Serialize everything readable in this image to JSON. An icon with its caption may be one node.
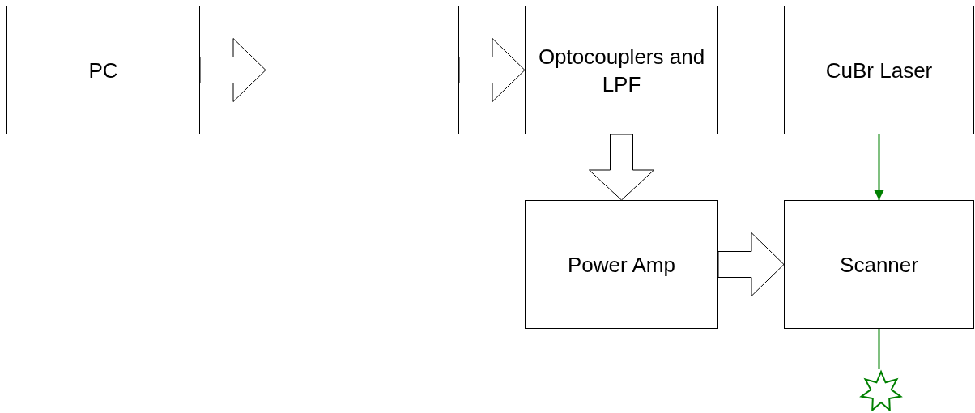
{
  "diagram": {
    "nodes": [
      {
        "text": [
          "PC"
        ]
      },
      {
        "text": [],
        "shape": "box"
      },
      {
        "text": [
          "Optocouplers and LPF"
        ]
      },
      {
        "text": [
          "CuBr Laser"
        ]
      },
      {
        "text": [
          "Power Amp"
        ]
      },
      {
        "text": [
          "Scanner"
        ]
      },
      {
        "text": [],
        "shape": "star"
      }
    ],
    "edges": [
      {
        "from": 0,
        "to": 1,
        "arrow": "to"
      },
      {
        "from": 1,
        "to": 2,
        "arrow": "to"
      },
      {
        "from": 2,
        "to": 4,
        "arrow": "to"
      },
      {
        "from": 4,
        "to": 5,
        "arrow": "to"
      },
      {
        "from": 3,
        "to": 5,
        "arrow": "to",
        "color": "#008000"
      },
      {
        "from": 5,
        "to": 6,
        "arrow": "none",
        "color": "#008000"
      }
    ]
  }
}
